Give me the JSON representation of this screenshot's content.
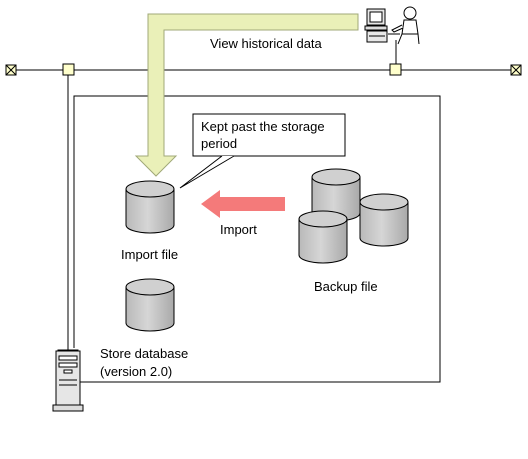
{
  "labels": {
    "view_historical": "View historical data",
    "callout_line1": "Kept past the storage",
    "callout_line2": "period",
    "import_arrow": "Import",
    "import_file": "Import file",
    "backup_file": "Backup file",
    "store_db_line1": "Store database",
    "store_db_line2": "(version 2.0)"
  },
  "colors": {
    "green_arrow": "#eaf0b8",
    "red_arrow": "#f47a7a",
    "cylinder": "#c8c8c8",
    "node_fill": "#ffffcc"
  },
  "icons": {
    "user_terminal": "user-at-computer-icon",
    "server": "server-tower-icon"
  }
}
